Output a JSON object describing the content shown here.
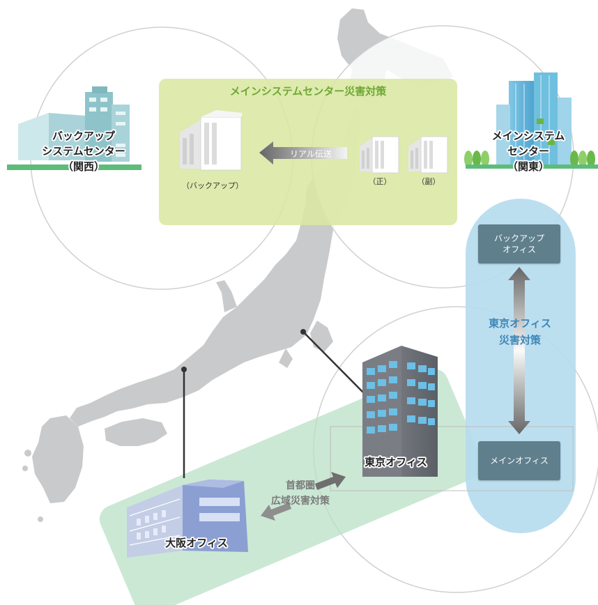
{
  "labels": {
    "main_dr_title": "メインシステムセンター災害対策",
    "transfer": "リアル伝送",
    "backup_server": "（バックアップ）",
    "primary": "（正）",
    "secondary": "（副）",
    "backup_center_l1": "バックアップ",
    "backup_center_l2": "システムセンター",
    "backup_center_l3": "（関西）",
    "main_center_l1": "メインシステム",
    "main_center_l2": "センター",
    "main_center_l3": "（関東）",
    "backup_office_l1": "バックアップ",
    "backup_office_l2": "オフィス",
    "tokyo_dr_l1": "東京オフィス",
    "tokyo_dr_l2": "災害対策",
    "main_office": "メインオフィス",
    "tokyo_office": "東京オフィス",
    "osaka_office": "大阪オフィス",
    "metro_dr_l1": "首都圏",
    "metro_dr_l2": "広域災害対策"
  },
  "colors": {
    "map_gray": "#c9cacb",
    "main_dr_panel": "#d9e7a3",
    "main_dr_title": "#6ea832",
    "tokyo_dr_capsule": "#b5dcee",
    "tokyo_dr_title": "#3e86b7",
    "metro_band": "#b9e0c5",
    "office_box": "#5f7f8d",
    "ground": "#5ebc7a"
  }
}
